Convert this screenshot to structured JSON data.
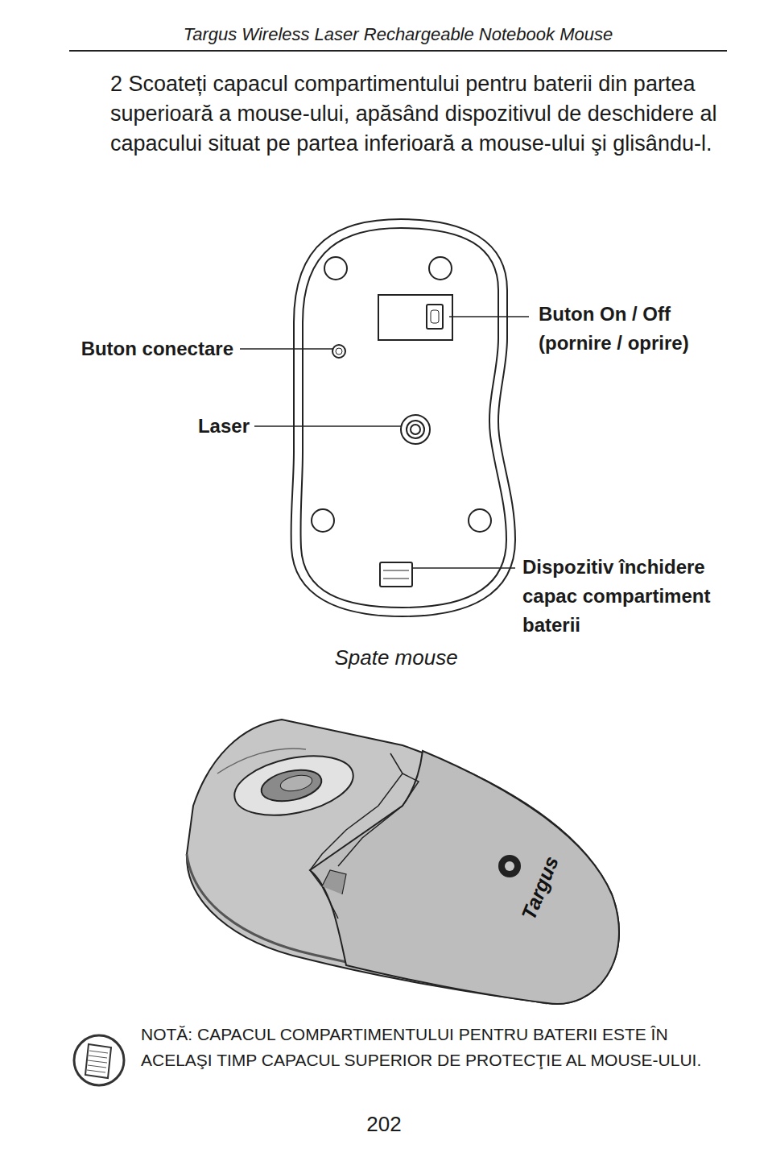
{
  "diagram": {
    "caption": "Spate mouse",
    "labels": [
      "Targus Wireless Laser Rechargeable Notebook Mouse",
      "2 Scoateți capacul compartimentului pentru baterii din partea superioară a mouse-ului, apăsând dispozitivul de deschidere al capacului situat pe partea inferioară a mouse-ului şi glisându-l.",
      "Buton conectare",
      "Laser",
      "Buton On / Off (pornire / oprire)",
      "Dispozitiv închidere capac compartiment baterii",
      "Targus",
      "NOTĂ: CAPACUL COMPARTIMENTULUI PENTRU BATERII ESTE ÎN ACELAŞI TIMP CAPACUL SUPERIOR DE PROTECŢIE AL MOUSE-ULUI.",
      "202"
    ]
  }
}
